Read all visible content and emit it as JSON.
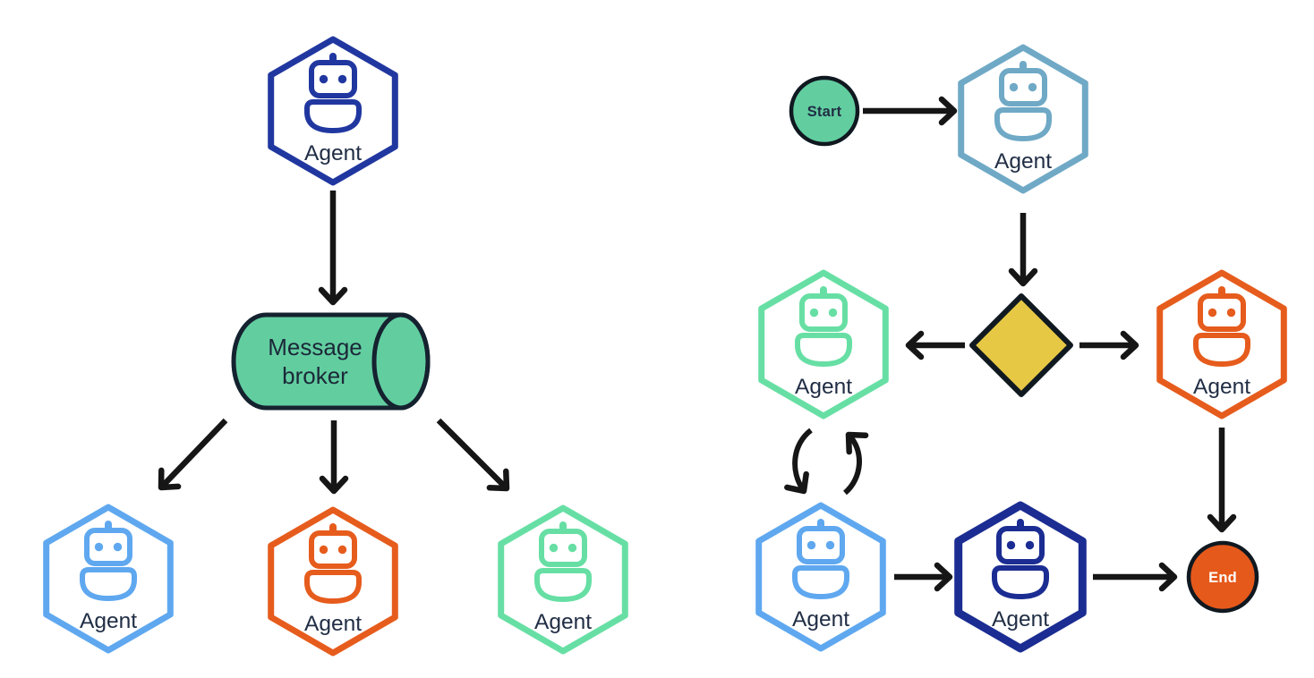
{
  "colors": {
    "navy": "#2137A0",
    "navy_deep": "#1B2D92",
    "sky_blue": "#5FA8F0",
    "orange": "#E65C1D",
    "mint_green": "#67DFA4",
    "steel_blue": "#6FA9C6",
    "fill_green": "#62CEA0",
    "fill_yellow": "#E6C845",
    "fill_orange": "#E5591B",
    "arrow_black": "#161616",
    "outline_dark": "#15222F",
    "label_dark": "#212E45",
    "label_light": "#FFFFFF",
    "background": "#FFFFFF"
  },
  "left_diagram": {
    "top_agent": {
      "label": "Agent",
      "icon": "robot-icon",
      "shape": "hexagon",
      "color": "navy"
    },
    "broker": {
      "label_line1": "Message",
      "label_line2": "broker",
      "shape": "cylinder",
      "color": "fill_green"
    },
    "agent_blue": {
      "label": "Agent",
      "icon": "robot-icon",
      "shape": "hexagon",
      "color": "sky_blue"
    },
    "agent_orange": {
      "label": "Agent",
      "icon": "robot-icon",
      "shape": "hexagon",
      "color": "orange"
    },
    "agent_mint": {
      "label": "Agent",
      "icon": "robot-icon",
      "shape": "hexagon",
      "color": "mint_green"
    },
    "edges": [
      "Agent (navy) → Message broker",
      "Message broker → Agent (sky blue)",
      "Message broker → Agent (orange)",
      "Message broker → Agent (mint)"
    ]
  },
  "right_diagram": {
    "start": {
      "label": "Start",
      "shape": "circle",
      "color": "fill_green"
    },
    "agent_steel": {
      "label": "Agent",
      "icon": "robot-icon",
      "shape": "hexagon",
      "color": "steel_blue"
    },
    "decision": {
      "shape": "diamond",
      "color": "fill_yellow"
    },
    "agent_mint": {
      "label": "Agent",
      "icon": "robot-icon",
      "shape": "hexagon",
      "color": "mint_green"
    },
    "agent_orange": {
      "label": "Agent",
      "icon": "robot-icon",
      "shape": "hexagon",
      "color": "orange"
    },
    "agent_blue": {
      "label": "Agent",
      "icon": "robot-icon",
      "shape": "hexagon",
      "color": "sky_blue"
    },
    "agent_navy": {
      "label": "Agent",
      "icon": "robot-icon",
      "shape": "hexagon",
      "color": "navy_deep"
    },
    "end": {
      "label": "End",
      "shape": "circle",
      "color": "fill_orange"
    },
    "edges": [
      "Start → Agent (steel blue)",
      "Agent (steel blue) → decision",
      "decision → Agent (mint)",
      "decision → Agent (orange)",
      "Agent (mint) ⇄ Agent (sky blue) loop",
      "Agent (sky blue) → Agent (navy)",
      "Agent (navy) → End",
      "Agent (orange) → End"
    ]
  }
}
